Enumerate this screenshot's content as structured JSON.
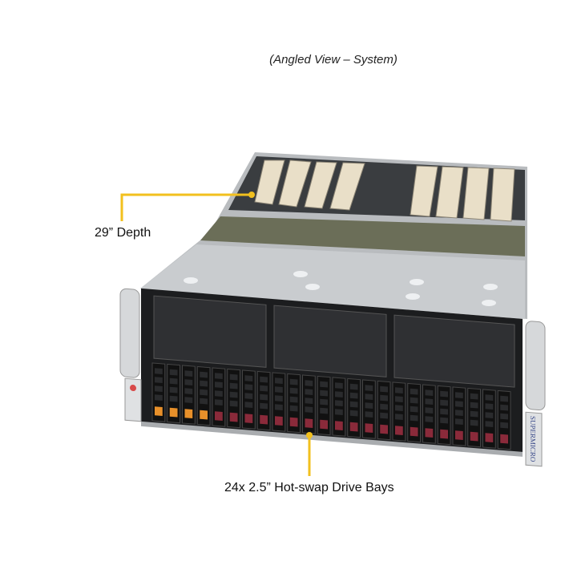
{
  "title": "(Angled View – System)",
  "callouts": {
    "depth": "29” Depth",
    "drives": "24x 2.5” Hot-swap Drive Bays"
  },
  "product": {
    "brand": "SUPERMICRO",
    "drive_bay_count": 24,
    "highlighted_drive_count": 4
  },
  "colors": {
    "callout": "#f2c01e",
    "drive_lever_active": "#e8902a",
    "drive_lever": "#8a2a3a"
  }
}
